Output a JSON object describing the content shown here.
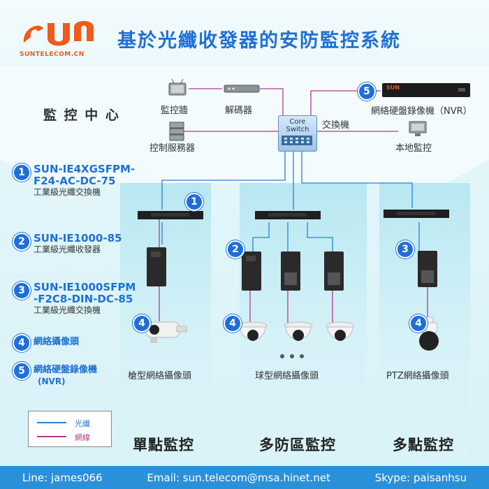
{
  "brand": {
    "logo_text": "SUN",
    "site": "SUNTELECOM.CN",
    "logo_color": "#f05a1a"
  },
  "title": "基於光纖收發器的安防監控系統",
  "control_center": {
    "label": "監 控 中 心",
    "devices": {
      "monitor_wall": "監控牆",
      "decoder": "解碼器",
      "nvr": "網絡硬盤錄像機（NVR）",
      "control_server": "控制服務器",
      "local_monitor": "本地監控",
      "core_switch_line1": "Core",
      "core_switch_line2": "Switch",
      "switch_label": "交換機"
    }
  },
  "legend_items": [
    {
      "num": "1",
      "title1": "SUN-IE4XGSFPM-",
      "title2": "F24-AC-DC-75",
      "sub": "工業級光纖交換機"
    },
    {
      "num": "2",
      "title1": "SUN-IE1000-85",
      "title2": "",
      "sub": "工業級光纖收發器"
    },
    {
      "num": "3",
      "title1": "SUN-IE1000SFPM",
      "title2": "-F2C8-DIN-DC-85",
      "sub": "工業級光纖交換機"
    },
    {
      "num": "4",
      "title1": "網絡攝像頭",
      "title2": "",
      "sub": ""
    },
    {
      "num": "5",
      "title1": "網絡硬盤錄像機",
      "title2": "",
      "sub": "(NVR)"
    }
  ],
  "line_legend": {
    "fiber": "光纖",
    "cable": "網線",
    "fiber_color": "#2e7fd6",
    "cable_color": "#b03a8a"
  },
  "zones": {
    "single": {
      "camera_label": "槍型網絡攝像頭",
      "title": "單點監控"
    },
    "multi_area": {
      "camera_label": "球型網絡攝像頭",
      "title": "多防區監控"
    },
    "multi_point": {
      "camera_label": "PTZ網絡攝像頭",
      "title": "多點監控"
    }
  },
  "badges": [
    "1",
    "2",
    "3",
    "4",
    "5"
  ],
  "footer": {
    "line": "Line: james066",
    "email": "Email: sun.telecom@msa.hinet.net",
    "skype": "Skype: paisanhsu"
  }
}
